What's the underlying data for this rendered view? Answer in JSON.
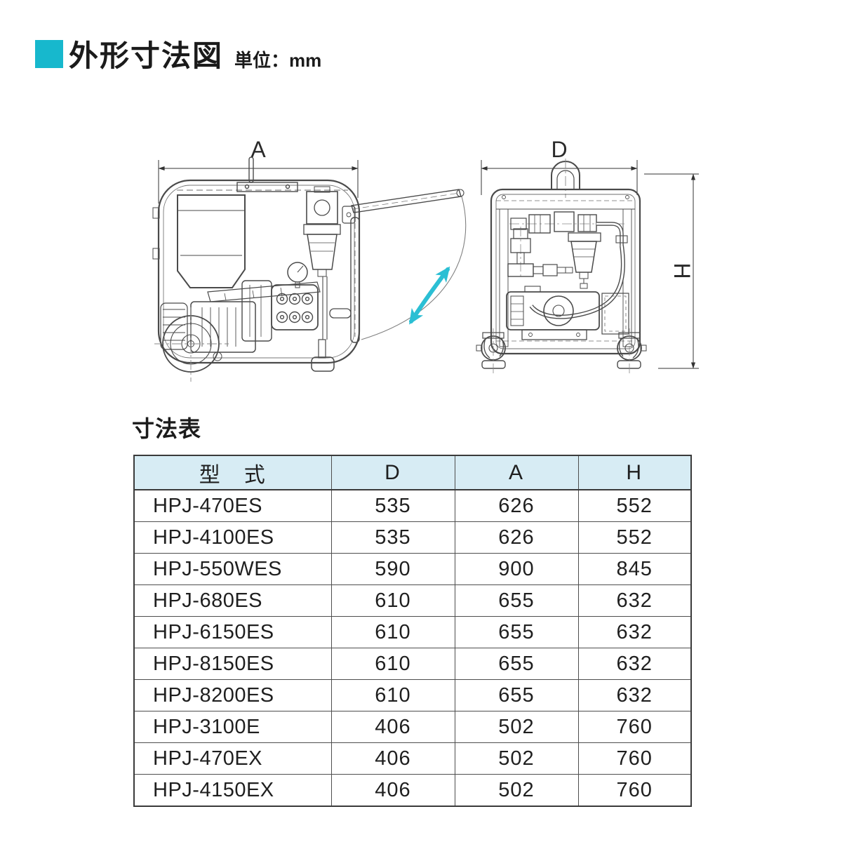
{
  "page": {
    "title": "外形寸法図",
    "unit_label": "単位：mm",
    "accent_color": "#17b8cd"
  },
  "diagrams": {
    "side_view": {
      "dim_width_label": "A"
    },
    "rear_view": {
      "dim_depth_label": "D",
      "dim_height_label": "H"
    },
    "swing_arrow_color": "#2bbfd4",
    "line_color": "#4a4a4a"
  },
  "dimension_table": {
    "title": "寸法表",
    "header_bg_color": "#d7ecf4",
    "columns": [
      "型　式",
      "D",
      "A",
      "H"
    ],
    "rows": [
      {
        "model": "HPJ-470ES",
        "d": "535",
        "a": "626",
        "h": "552"
      },
      {
        "model": "HPJ-4100ES",
        "d": "535",
        "a": "626",
        "h": "552"
      },
      {
        "model": "HPJ-550WES",
        "d": "590",
        "a": "900",
        "h": "845"
      },
      {
        "model": "HPJ-680ES",
        "d": "610",
        "a": "655",
        "h": "632"
      },
      {
        "model": "HPJ-6150ES",
        "d": "610",
        "a": "655",
        "h": "632"
      },
      {
        "model": "HPJ-8150ES",
        "d": "610",
        "a": "655",
        "h": "632"
      },
      {
        "model": "HPJ-8200ES",
        "d": "610",
        "a": "655",
        "h": "632"
      },
      {
        "model": "HPJ-3100E",
        "d": "406",
        "a": "502",
        "h": "760"
      },
      {
        "model": "HPJ-470EX",
        "d": "406",
        "a": "502",
        "h": "760"
      },
      {
        "model": "HPJ-4150EX",
        "d": "406",
        "a": "502",
        "h": "760"
      }
    ]
  }
}
